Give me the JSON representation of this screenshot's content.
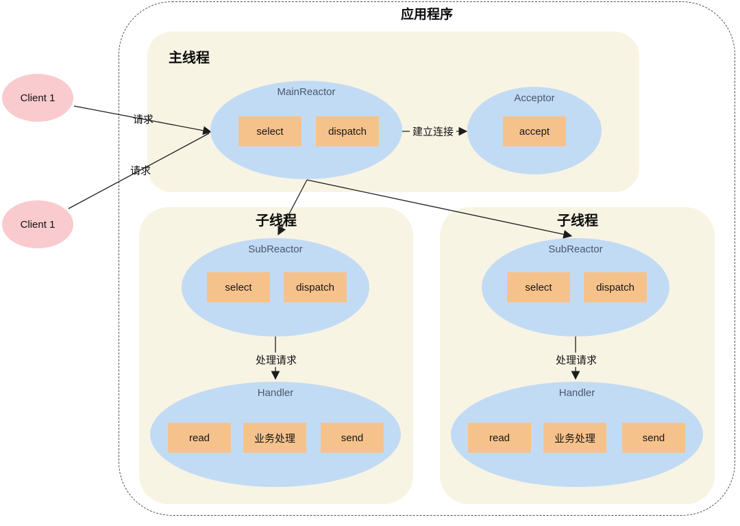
{
  "app": {
    "title": "应用程序"
  },
  "main_thread": {
    "label": "主线程",
    "main_reactor": {
      "title": "MainReactor",
      "boxes": [
        "select",
        "dispatch"
      ]
    },
    "acceptor": {
      "title": "Acceptor",
      "boxes": [
        "accept"
      ]
    },
    "connect_label": "建立连接"
  },
  "clients": [
    {
      "label": "Client 1"
    },
    {
      "label": "Client 1"
    }
  ],
  "request_labels": [
    "请求",
    "请求"
  ],
  "sub_threads": [
    {
      "label": "子线程",
      "sub_reactor": {
        "title": "SubReactor",
        "boxes": [
          "select",
          "dispatch"
        ]
      },
      "process_label": "处理请求",
      "handler": {
        "title": "Handler",
        "boxes": [
          "read",
          "业务处理",
          "send"
        ]
      }
    },
    {
      "label": "子线程",
      "sub_reactor": {
        "title": "SubReactor",
        "boxes": [
          "select",
          "dispatch"
        ]
      },
      "process_label": "处理请求",
      "handler": {
        "title": "Handler",
        "boxes": [
          "read",
          "业务处理",
          "send"
        ]
      }
    }
  ],
  "colors": {
    "panel_beige": "#F8F4E4",
    "ellipse_blue": "#C2DBF5",
    "box_orange": "#F6C28C",
    "client_pink": "#F9CBCE",
    "ellipse_title_gray": "#47586B",
    "line_black": "#1c1c1c",
    "background": "#FFFFFF"
  }
}
